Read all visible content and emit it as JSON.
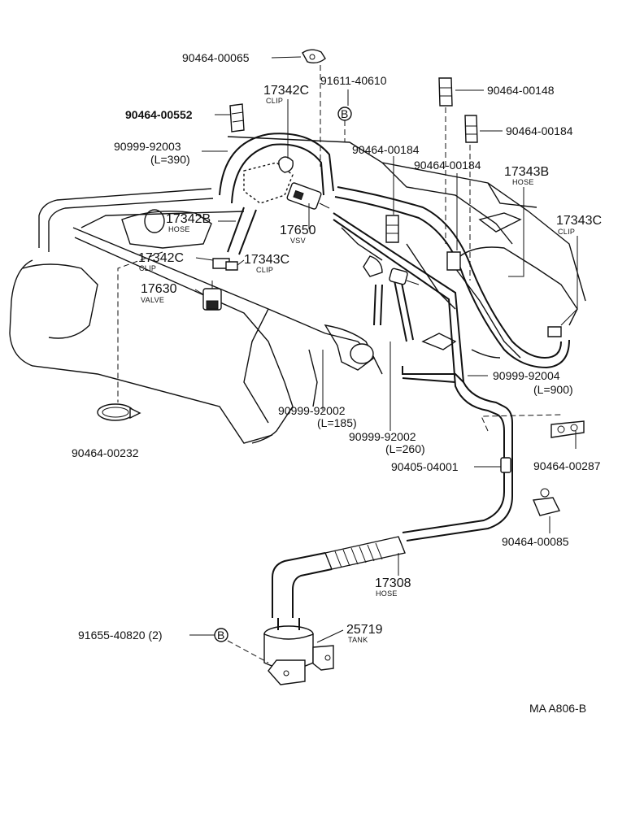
{
  "labels": {
    "p_90464_00065": "90464-00065",
    "p_17342C_top": "17342C",
    "p_clip_top": "CLIP",
    "p_91611_40610": "91611-40610",
    "p_B_top": "B",
    "p_90464_00552": "90464-00552",
    "p_90999_92003": "90999-92003",
    "p_L390": "(L=390)",
    "p_90464_00184_a": "90464-00184",
    "p_90464_00184_b": "90464-00184",
    "p_90464_00148": "90464-00148",
    "p_90464_00184_c": "90464-00184",
    "p_17343B": "17343B",
    "p_hose_17343B": "HOSE",
    "p_17342B": "17342B",
    "p_hose_17342B": "HOSE",
    "p_17650": "17650",
    "p_vsv": "VSV",
    "p_17343C_right": "17343C",
    "p_clip_right": "CLIP",
    "p_17342C_mid": "17342C",
    "p_clip_mid": "CLIP",
    "p_17343C_mid": "17343C",
    "p_clip_mid2": "CLIP",
    "p_17630": "17630",
    "p_valve": "VALVE",
    "p_90999_92004": "90999-92004",
    "p_L900": "(L=900)",
    "p_90999_92002_a": "90999-92002",
    "p_L185": "(L=185)",
    "p_90464_00232": "90464-00232",
    "p_90999_92002_b": "90999-92002",
    "p_L260": "(L=260)",
    "p_90464_00287": "90464-00287",
    "p_90405_04001": "90405-04001",
    "p_90464_00085": "90464-00085",
    "p_17308": "17308",
    "p_hose_17308": "HOSE",
    "p_91655_40820": "91655-40820 (2)",
    "p_B_bottom": "B",
    "p_25719": "25719",
    "p_tank": "TANK",
    "p_code": "MA A806-B"
  }
}
